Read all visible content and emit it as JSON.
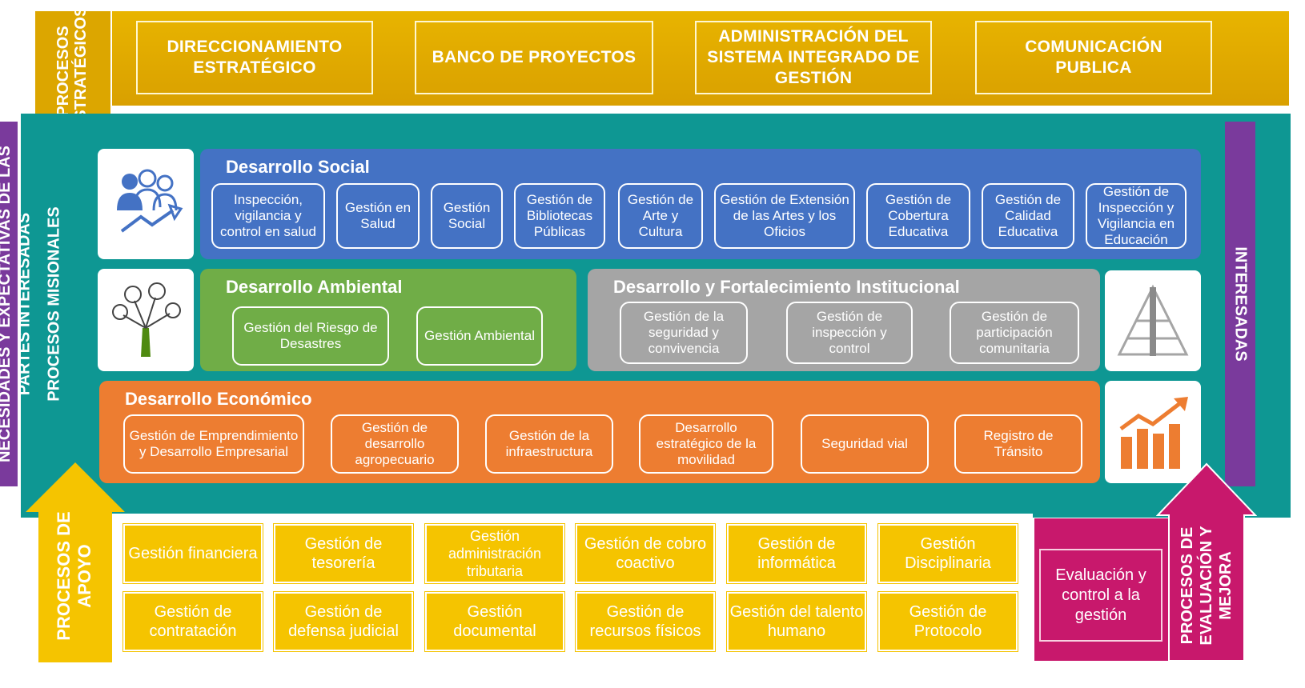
{
  "strategic": {
    "label": "PROCESOS ESTRATÉGICOS",
    "boxes": [
      "DIRECCIONAMIENTO ESTRATÉGICO",
      "BANCO DE PROYECTOS",
      "ADMINISTRACIÓN DEL SISTEMA INTEGRADO DE GESTIÓN",
      "COMUNICACIÓN PUBLICA"
    ]
  },
  "left_side": {
    "label_line1": "NECESIDADES Y EXPECTATIVAS DE LAS",
    "label_line2": "PARTES INTERESADAS"
  },
  "right_side": {
    "label": "INTERESADAS"
  },
  "misional": {
    "label": "PROCESOS MISIONALES",
    "social": {
      "title": "Desarrollo Social",
      "items": [
        "Inspección, vigilancia y control en salud",
        "Gestión en Salud",
        "Gestión Social",
        "Gestión de Bibliotecas Públicas",
        "Gestión de Arte y Cultura",
        "Gestión de Extensión de las Artes y los Oficios",
        "Gestión de Cobertura Educativa",
        "Gestión de Calidad Educativa",
        "Gestión de Inspección y Vigilancia en Educación"
      ]
    },
    "ambiental": {
      "title": "Desarrollo Ambiental",
      "items": [
        "Gestión del Riesgo de Desastres",
        "Gestión Ambiental"
      ]
    },
    "institucional": {
      "title": "Desarrollo y Fortalecimiento Institucional",
      "items": [
        "Gestión de la seguridad y convivencia",
        "Gestión de inspección y control",
        "Gestión de participación comunitaria"
      ]
    },
    "economico": {
      "title": "Desarrollo Económico",
      "items": [
        "Gestión de Emprendimiento y Desarrollo Empresarial",
        "Gestión de desarrollo agropecuario",
        "Gestión de la infraestructura",
        "Desarrollo estratégico de la movilidad",
        "Seguridad vial",
        "Registro de Tránsito"
      ]
    }
  },
  "support": {
    "label": "PROCESOS DE APOYO",
    "row1": [
      "Gestión financiera",
      "Gestión de tesorería",
      "Gestión administración tributaria",
      "Gestión de cobro coactivo",
      "Gestión de informática",
      "Gestión Disciplinaria"
    ],
    "row2": [
      "Gestión de contratación",
      "Gestión de defensa judicial",
      "Gestión documental",
      "Gestión de recursos físicos",
      "Gestión del talento humano",
      "Gestión de Protocolo"
    ]
  },
  "evaluation": {
    "label": "PROCESOS DE EVALUACIÓN Y MEJORA",
    "box": "Evaluación y control a la gestión"
  },
  "colors": {
    "gold": "#dca600",
    "teal": "#0e9793",
    "purple": "#7a3a9c",
    "social": "#4472c4",
    "ambiental": "#70ad47",
    "institucional": "#a5a5a5",
    "economico": "#ed7d31",
    "support": "#f5c400",
    "evaluation": "#c8186c"
  }
}
